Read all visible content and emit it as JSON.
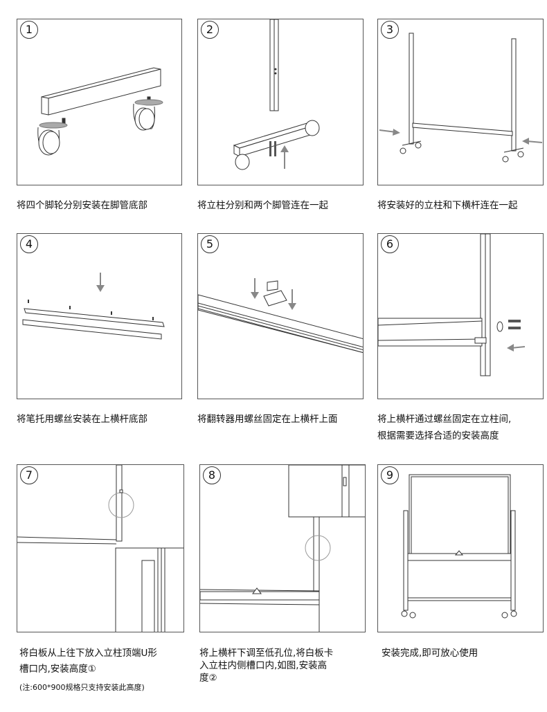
{
  "steps": [
    {
      "num": "1",
      "caption": "将四个脚轮分别安装在脚管底部"
    },
    {
      "num": "2",
      "caption": "将立柱分别和两个脚管连在一起"
    },
    {
      "num": "3",
      "caption": "将安装好的立柱和下横杆连在一起"
    },
    {
      "num": "4",
      "caption": "将笔托用螺丝安装在上横杆底部"
    },
    {
      "num": "5",
      "caption": "将翻转器用螺丝固定在上横杆上面"
    },
    {
      "num": "6",
      "caption_line1": "将上横杆通过螺丝固定在立柱间,",
      "caption_line2": "根据需要选择合适的安装高度"
    },
    {
      "num": "7",
      "caption_line1": "将白板从上往下放入立柱顶端U形",
      "caption_line2": "槽口内,安装高度①",
      "note": "(注:600*900规格只支持安装此高度)"
    },
    {
      "num": "8",
      "caption_line1": "将上横杆下调至低孔位,将白板卡",
      "caption_line2": "入立柱内侧槽口内,如图,安装高",
      "caption_line3": "度②"
    },
    {
      "num": "9",
      "caption": "安装完成,即可放心使用"
    }
  ]
}
